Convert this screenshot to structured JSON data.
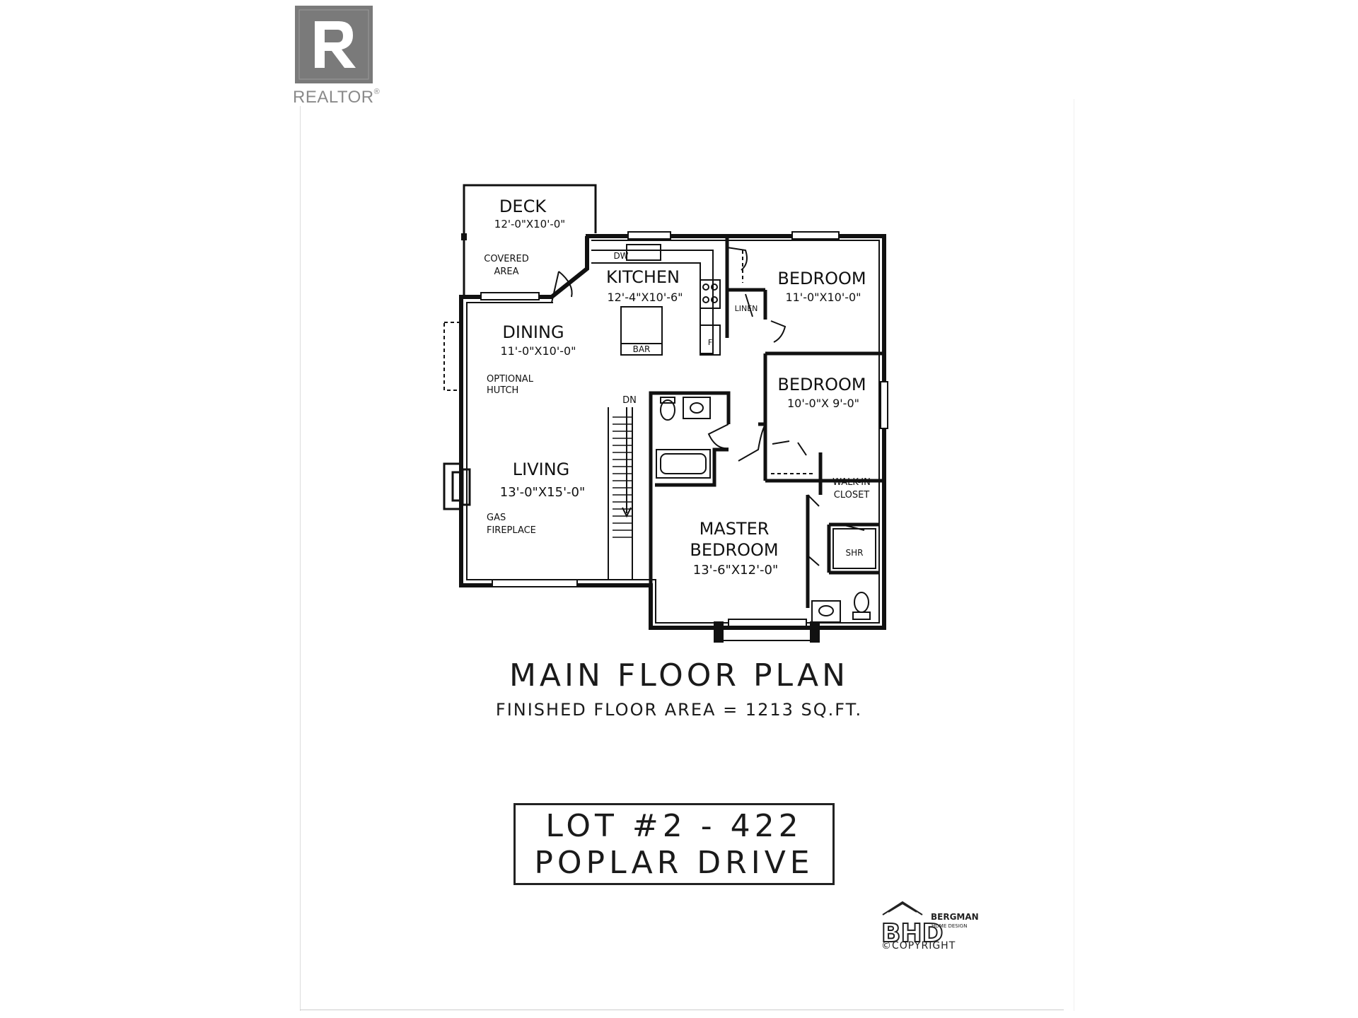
{
  "brand": {
    "realtor_label": "REALTOR",
    "realtor_reg": "®"
  },
  "plan": {
    "rooms": {
      "deck": {
        "name": "DECK",
        "size": "12'-0\"X10'-0\""
      },
      "covered": {
        "line1": "COVERED",
        "line2": "AREA"
      },
      "kitchen": {
        "name": "KITCHEN",
        "size": "12'-4\"X10'-6\""
      },
      "dw": "DW",
      "bar": "BAR",
      "fridge": "F",
      "dining": {
        "name": "DINING",
        "size": "11'-0\"X10'-0\""
      },
      "hutch": {
        "line1": "OPTIONAL",
        "line2": "HUTCH"
      },
      "living": {
        "name": "LIVING",
        "size": "13'-0\"X15'-0\""
      },
      "fireplace": {
        "line1": "GAS",
        "line2": "FIREPLACE"
      },
      "bedroom1": {
        "name": "BEDROOM",
        "size": "11'-0\"X10'-0\""
      },
      "linen": "LINEN",
      "bedroom2": {
        "name": "BEDROOM",
        "size": "10'-0\"X 9'-0\""
      },
      "walkin": {
        "line1": "WALK-IN",
        "line2": "CLOSET"
      },
      "master": {
        "line1": "MASTER",
        "line2": "BEDROOM",
        "size": "13'-6\"X12'-0\""
      },
      "shower": "SHR",
      "stairs": "DN"
    }
  },
  "title": "MAIN FLOOR PLAN",
  "subtitle": "FINISHED FLOOR AREA = 1213 SQ.FT.",
  "lot": {
    "line1": "LOT #2 - 422",
    "line2": "POPLAR DRIVE"
  },
  "designer": {
    "initials": "BHD",
    "name": "BERGMAN",
    "sub": "HOME DESIGN",
    "copyright": "©COPYRIGHT"
  },
  "colors": {
    "ink": "#111111",
    "logo_grey": "#7a7a7a"
  }
}
